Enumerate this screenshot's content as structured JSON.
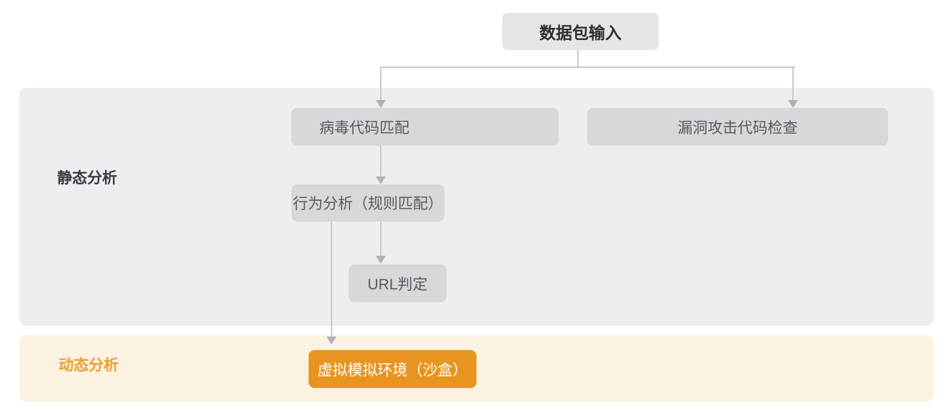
{
  "diagram": {
    "input_node": {
      "label": "数据包输入"
    },
    "static_section": {
      "label": "静态分析",
      "nodes": {
        "virus_match": {
          "label": "病毒代码匹配"
        },
        "exploit_check": {
          "label": "漏洞攻击代码检查"
        },
        "behavior_analysis": {
          "label": "行为分析（规则匹配）"
        },
        "url_judgement": {
          "label": "URL判定"
        }
      }
    },
    "dynamic_section": {
      "label": "动态分析",
      "nodes": {
        "sandbox": {
          "label": "虚拟模拟环境（沙盒）"
        }
      }
    },
    "edges": [
      {
        "from": "数据包输入",
        "to": "病毒代码匹配"
      },
      {
        "from": "数据包输入",
        "to": "漏洞攻击代码检查"
      },
      {
        "from": "病毒代码匹配",
        "to": "行为分析（规则匹配）"
      },
      {
        "from": "行为分析（规则匹配）",
        "to": "URL判定"
      },
      {
        "from": "行为分析（规则匹配）",
        "to": "虚拟模拟环境（沙盒）"
      }
    ],
    "colors": {
      "input_node_bg": "#e4e5e6",
      "input_node_text": "#2b2f33",
      "gray_node_bg": "#d7d8da",
      "gray_node_text": "#565b61",
      "static_band_bg": "#edeef0",
      "static_label_text": "#363b42",
      "dynamic_band_bg": "#fcf2e2",
      "dynamic_label_text": "#ee9d2e",
      "sandbox_node_bg": "#e79420",
      "sandbox_node_text": "#ffffff",
      "connector_line": "#c7c9cb",
      "arrowhead": "#b0b2b4"
    }
  }
}
